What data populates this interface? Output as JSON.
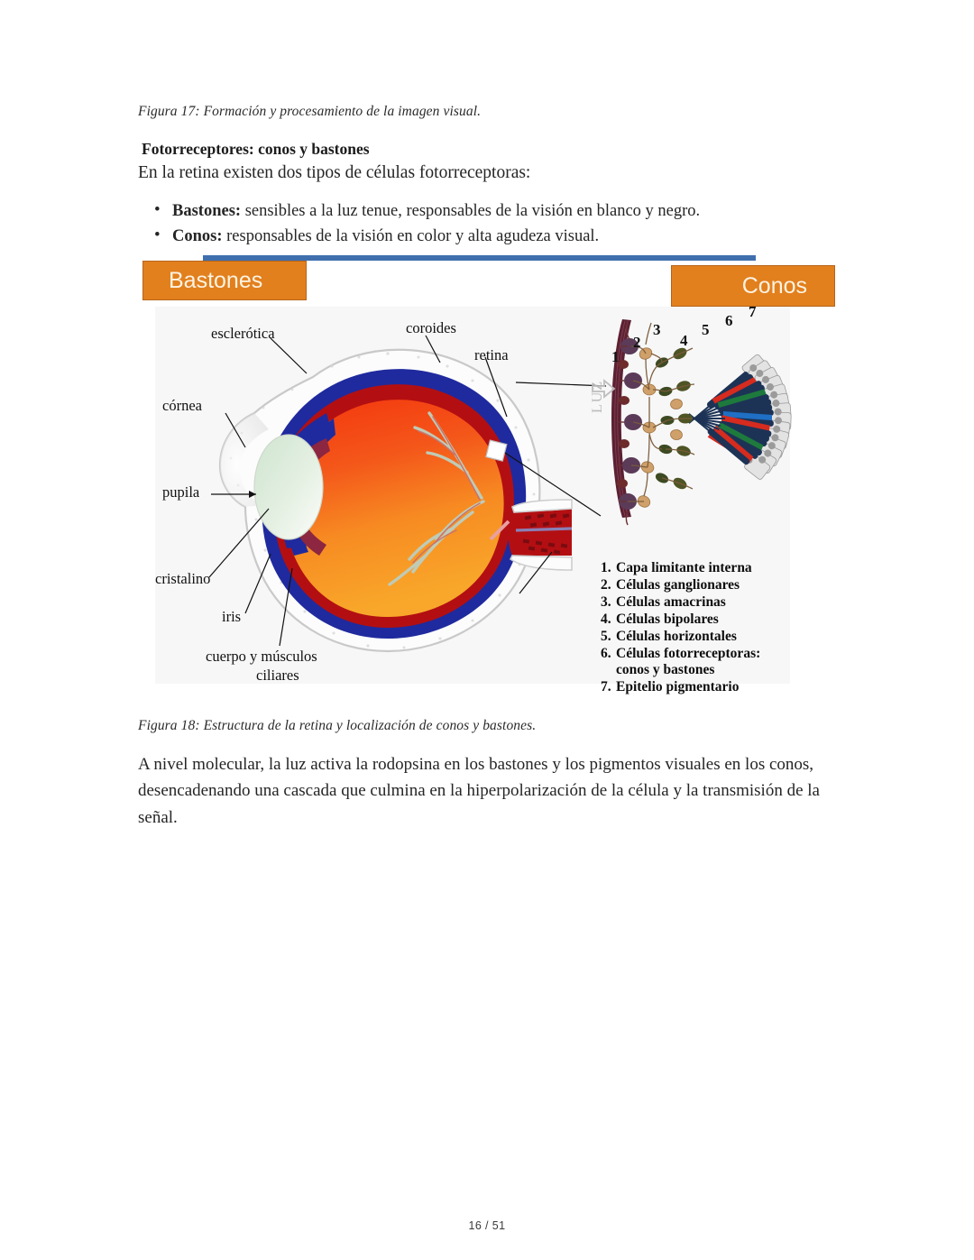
{
  "document": {
    "page_number_label": "16 / 51"
  },
  "captions": {
    "figure17": "Figura 17: Formación y procesamiento de la imagen visual.",
    "figure18": "Figura 18: Estructura de la retina y localización de conos y bastones."
  },
  "section": {
    "heading": "Fotorreceptores: conos y bastones",
    "intro": "En la retina existen dos tipos de células fotorreceptoras:",
    "bullets": [
      {
        "term": "Bastones:",
        "text": " sensibles a la luz tenue, responsables de la visión en blanco y negro."
      },
      {
        "term": "Conos:",
        "text": " responsables de la visión en color y alta agudeza visual."
      }
    ]
  },
  "paragraph": {
    "molecular": "A nivel molecular, la luz activa la rodopsina en los bastones y los pigmentos visuales en los conos, desencadenando una cascada que culmina en la hiperpolarización de la célula y la transmisión de la señal."
  },
  "figure18": {
    "tag_left": "Bastones",
    "tag_right": "Conos",
    "colors": {
      "tag_fill": "#e2801e",
      "tag_border": "#b5651a",
      "tag_text": "#fdf3e2",
      "rule": "#3f6fad",
      "sclera": "#fbfbfb",
      "choroid": "#b30f12",
      "retina_blue": "#1f2a9e",
      "vitreous_top": "#f03b10",
      "vitreous_bottom": "#f7a528",
      "lens": "#d6e8d6"
    },
    "eye_labels": [
      {
        "name": "esclerotica",
        "text": "esclerótica"
      },
      {
        "name": "coroides",
        "text": "coroides"
      },
      {
        "name": "retina",
        "text": "retina"
      },
      {
        "name": "cornea",
        "text": "córnea"
      },
      {
        "name": "pupila",
        "text": "pupila"
      },
      {
        "name": "cristalino",
        "text": "cristalino"
      },
      {
        "name": "iris",
        "text": "iris"
      },
      {
        "name": "cuerpo-musculos-1",
        "text": "cuerpo y músculos"
      },
      {
        "name": "cuerpo-musculos-2",
        "text": "ciliares"
      }
    ],
    "light_label": "LUZ",
    "fan_numbers": [
      "1",
      "2",
      "3",
      "4",
      "5",
      "6",
      "7"
    ],
    "legend": [
      {
        "index": "1.",
        "text": "Capa limitante interna"
      },
      {
        "index": "2.",
        "text": "Células ganglionares"
      },
      {
        "index": "3.",
        "text": "Células amacrinas"
      },
      {
        "index": "4.",
        "text": "Células bipolares"
      },
      {
        "index": "5.",
        "text": "Células horizontales"
      },
      {
        "index": "6.",
        "text": "Células fotorreceptoras:"
      },
      {
        "index": "",
        "text": "conos y bastones"
      },
      {
        "index": "7.",
        "text": "Epitelio pigmentario"
      }
    ]
  }
}
